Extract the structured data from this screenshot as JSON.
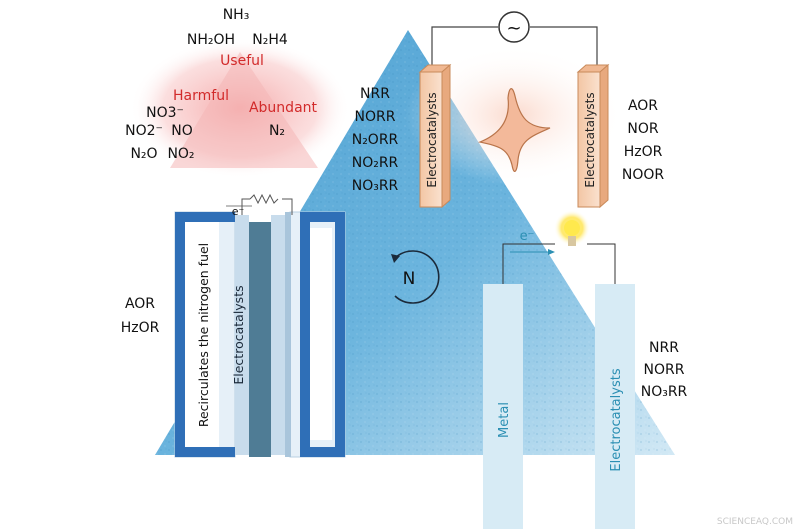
{
  "triangle": {
    "top": "NH₃",
    "top2_left": "NH₂OH",
    "top2_right": "N₂H4",
    "useful": "Useful",
    "harmful": "Harmful",
    "abundant": "Abundant",
    "n2": "N₂",
    "left_species": [
      "NO3⁻",
      "NO2⁻",
      "NO",
      "N₂O",
      "NO₂"
    ]
  },
  "cell_top": {
    "ac_symbol": "~",
    "left_electrode": "Electrocatalysts",
    "right_electrode": "Electrocatalysts",
    "left_reactions": [
      "NRR",
      "NORR",
      "N₂ORR",
      "NO₂RR",
      "NO₃RR"
    ],
    "right_reactions": [
      "AOR",
      "NOR",
      "HzOR",
      "NOOR"
    ]
  },
  "cell_left": {
    "electron": "e⁻",
    "recirculate": "Recirculates the nitrogen fuel",
    "electrode": "Electrocatalysts",
    "reactions": [
      "AOR",
      "HzOR"
    ]
  },
  "center_badge": "N",
  "cell_right": {
    "electron": "e⁻",
    "metal": "Metal",
    "electrode": "Electrocatalysts",
    "reactions": [
      "NRR",
      "NORR",
      "NO₃RR"
    ]
  },
  "watermark": "SCIENCEAQ.COM",
  "colors": {
    "pyramid": "#5aaad6",
    "electrode_fill": "#f6d3b8",
    "electrode_stroke": "#c98a5a",
    "cell_blue": "#2f6fb7",
    "label_red": "#d22a2a",
    "teal_text": "#2b8fb3"
  }
}
